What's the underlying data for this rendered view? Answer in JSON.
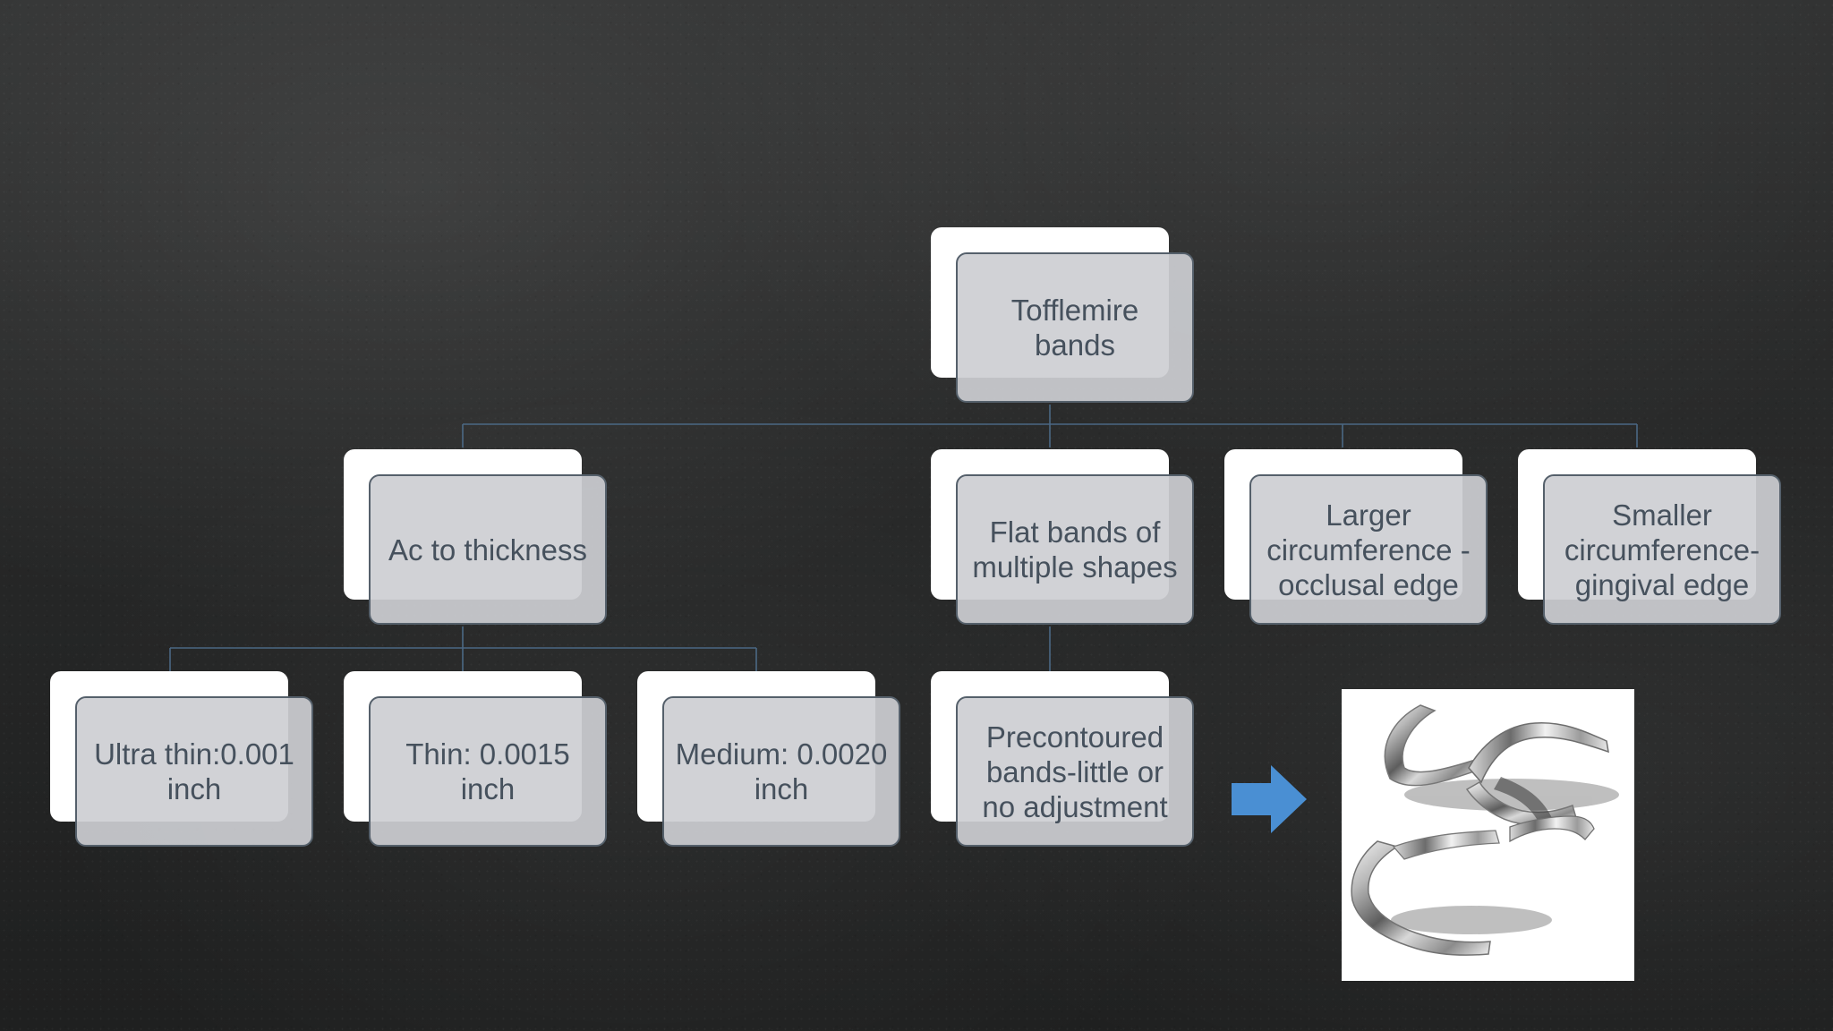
{
  "diagram": {
    "root": "Tofflemire bands",
    "level1": [
      "Ac to thickness",
      "Flat bands of multiple shapes",
      "Larger circumference - occlusal edge",
      "Smaller circumference- gingival edge"
    ],
    "level2_thickness": [
      "Ultra thin:0.001 inch",
      "Thin: 0.0015 inch",
      "Medium: 0.0020 inch"
    ],
    "level2_shapes": [
      "Precontoured bands-little or no adjustment"
    ],
    "photo": {
      "subject": "Tofflemire matrix bands"
    },
    "colors": {
      "background": "#2a2b2b",
      "card_fill": "#cdced3",
      "card_border": "#55606b",
      "text": "#46515d",
      "connector": "#4f6f8e",
      "arrow": "#4a8fd3"
    }
  }
}
